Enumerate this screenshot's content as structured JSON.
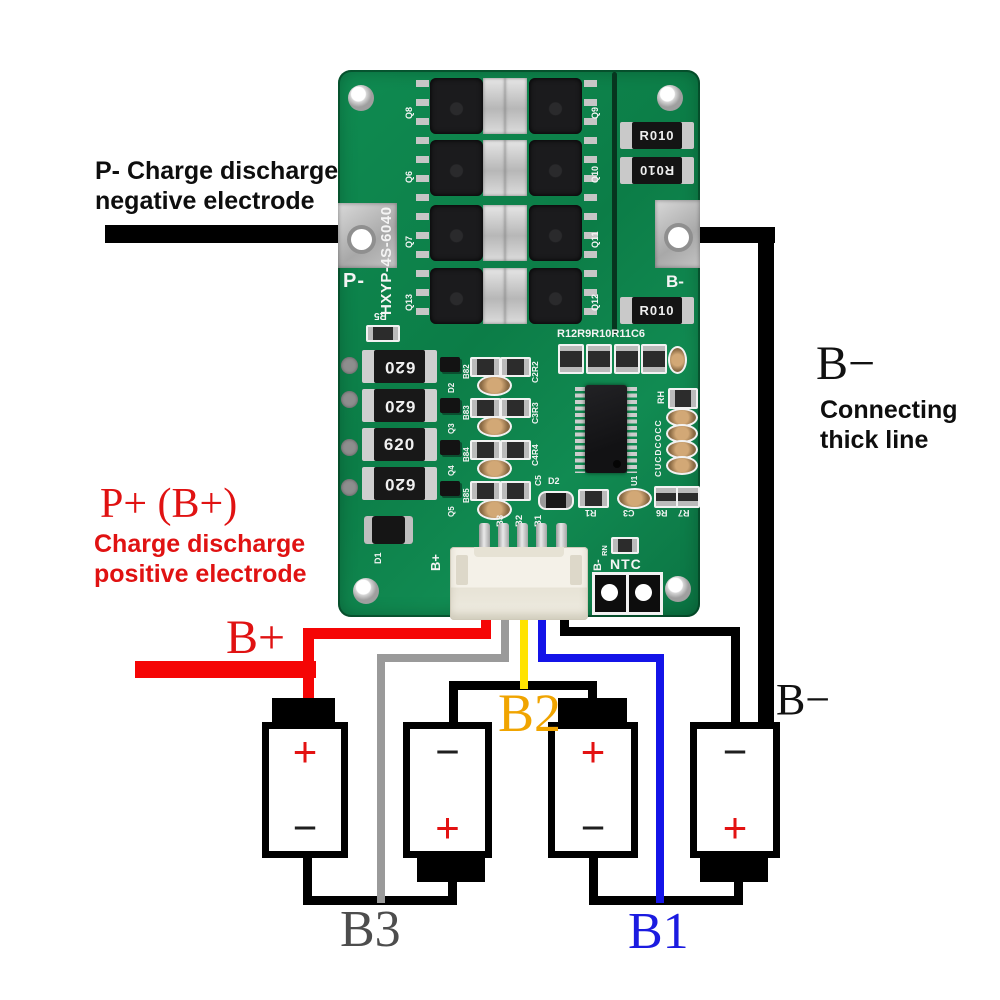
{
  "annotations": {
    "p_minus_line1": "P- Charge discharge",
    "p_minus_line2": "negative electrode",
    "b_minus_title": "B−",
    "b_minus_line1": "Connecting",
    "b_minus_line2": "thick line",
    "p_plus_title": "P+ (B+)",
    "p_plus_line1": "Charge discharge",
    "p_plus_line2": "positive electrode",
    "b_plus": "B+",
    "b2": "B2",
    "b_minus_lower": "B−",
    "b3": "B3",
    "b1": "B1"
  },
  "board": {
    "model": "HXYP-4S-6040",
    "pad_p_minus": "P-",
    "pad_b_minus": "B-",
    "r5": "R5",
    "mosfet_left": [
      "Q8",
      "Q6",
      "Q7",
      "Q13"
    ],
    "mosfet_right": [
      "Q9",
      "Q10",
      "Q11",
      "Q12"
    ],
    "shunts": [
      "R010",
      "R010",
      "R010"
    ],
    "silk_row": "R12R9R10R11C6",
    "balance_resistors": [
      "620",
      "620",
      "620",
      "620"
    ],
    "mid_rows": [
      {
        "t": "B82",
        "s": "D2"
      },
      {
        "t": "B83",
        "s": "Q3"
      },
      {
        "t": "B84",
        "s": "Q4"
      },
      {
        "t": "B85",
        "s": "Q5"
      }
    ],
    "cap_labels": [
      "C2R2",
      "C3R3",
      "C4R4",
      "C5"
    ],
    "ic_side": {
      "rh": "RH",
      "pins_col": "CUCDCOCC",
      "u1": "U1",
      "c3": "C3",
      "r6": "R6",
      "r7": "R7",
      "r1": "R1",
      "d2": "D2"
    },
    "d1": "D1",
    "rn": "RN",
    "conn_b_plus": "B+",
    "conn_pins": [
      "B3",
      "B2",
      "B1"
    ],
    "conn_b_minus": "B-",
    "ntc": "NTC"
  },
  "batteries": [
    {
      "top_sign": "+",
      "bottom_sign": "−"
    },
    {
      "top_sign": "−",
      "bottom_sign": "+"
    },
    {
      "top_sign": "+",
      "bottom_sign": "−"
    },
    {
      "top_sign": "−",
      "bottom_sign": "+"
    }
  ],
  "colors": {
    "pcb_green": "#0f8b51",
    "wire_red": "#f50505",
    "wire_gray": "#9a9a9a",
    "wire_yellow": "#ffe300",
    "wire_blue": "#1414e8",
    "wire_black": "#000000",
    "label_orange": "#f0a400",
    "label_blue": "#1b1be0",
    "label_gray": "#4d4d4d",
    "label_red": "#e01212"
  }
}
